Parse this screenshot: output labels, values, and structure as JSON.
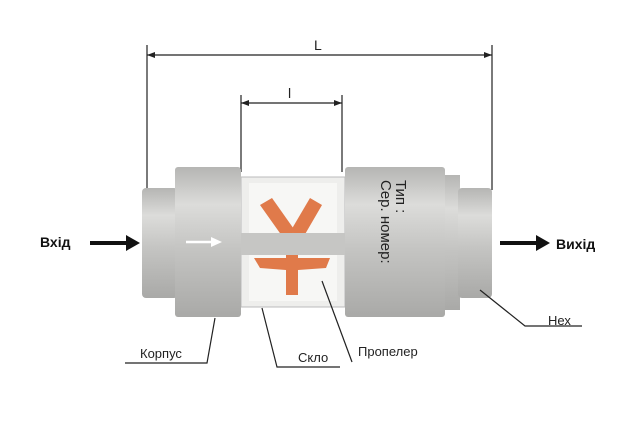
{
  "dimensions": {
    "overall_length": "L",
    "glass_length": "l"
  },
  "labels": {
    "inlet": "Вхід",
    "outlet": "Вихід",
    "body": "Корпус",
    "glass": "Скло",
    "propeller": "Пропелер",
    "hex": "Нех",
    "type": "Тип :",
    "serial": "Сер. номер:"
  },
  "colors": {
    "body": "#c9c9c7",
    "propeller": "#e07a4a",
    "arrow": "#111111"
  }
}
